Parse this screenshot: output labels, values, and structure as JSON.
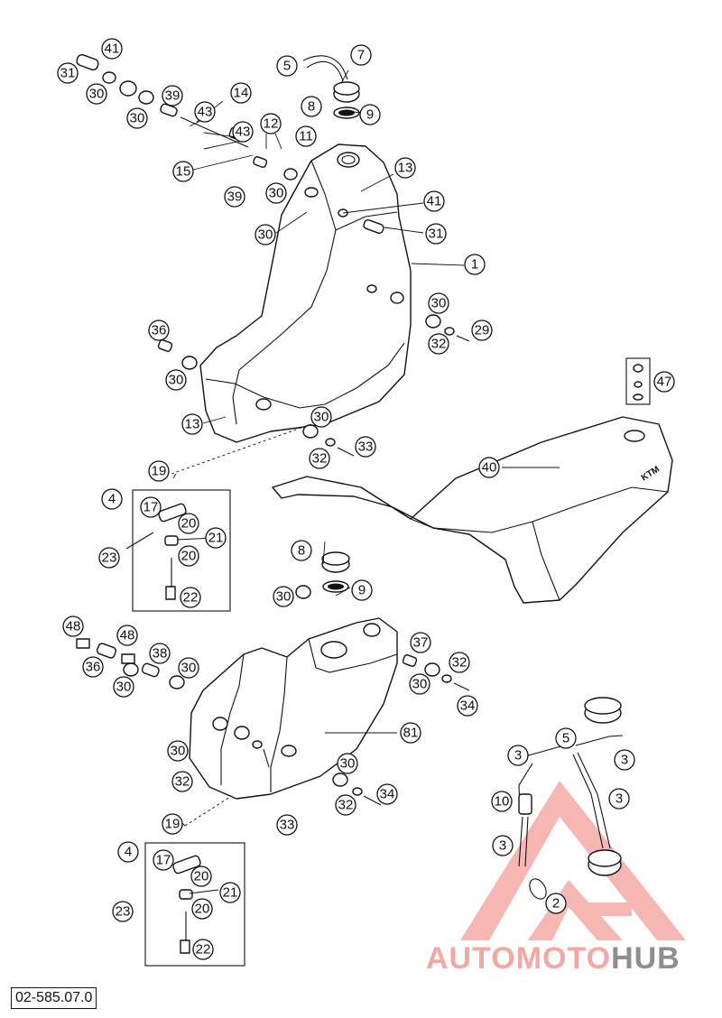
{
  "drawing_code": "02-585.07.0",
  "watermark": {
    "part1": "AUTOMOTO",
    "part2": "HUB"
  },
  "seat_print": "KTM",
  "callouts": [
    {
      "n": "31"
    },
    {
      "n": "41"
    },
    {
      "n": "30"
    },
    {
      "n": "30"
    },
    {
      "n": "39"
    },
    {
      "n": "43"
    },
    {
      "n": "14"
    },
    {
      "n": "43"
    },
    {
      "n": "15"
    },
    {
      "n": "39"
    },
    {
      "n": "30"
    },
    {
      "n": "12"
    },
    {
      "n": "11"
    },
    {
      "n": "5"
    },
    {
      "n": "7"
    },
    {
      "n": "8"
    },
    {
      "n": "9"
    },
    {
      "n": "13"
    },
    {
      "n": "41"
    },
    {
      "n": "31"
    },
    {
      "n": "30"
    },
    {
      "n": "1"
    },
    {
      "n": "30"
    },
    {
      "n": "32"
    },
    {
      "n": "29"
    },
    {
      "n": "36"
    },
    {
      "n": "30"
    },
    {
      "n": "13"
    },
    {
      "n": "30"
    },
    {
      "n": "32"
    },
    {
      "n": "33"
    },
    {
      "n": "19"
    },
    {
      "n": "4"
    },
    {
      "n": "17"
    },
    {
      "n": "20"
    },
    {
      "n": "21"
    },
    {
      "n": "23"
    },
    {
      "n": "20"
    },
    {
      "n": "22"
    },
    {
      "n": "47"
    },
    {
      "n": "40"
    },
    {
      "n": "8"
    },
    {
      "n": "9"
    },
    {
      "n": "30"
    },
    {
      "n": "48"
    },
    {
      "n": "48"
    },
    {
      "n": "38"
    },
    {
      "n": "36"
    },
    {
      "n": "30"
    },
    {
      "n": "30"
    },
    {
      "n": "37"
    },
    {
      "n": "32"
    },
    {
      "n": "30"
    },
    {
      "n": "34"
    },
    {
      "n": "81"
    },
    {
      "n": "30"
    },
    {
      "n": "32"
    },
    {
      "n": "33"
    },
    {
      "n": "30"
    },
    {
      "n": "32"
    },
    {
      "n": "34"
    },
    {
      "n": "3"
    },
    {
      "n": "5"
    },
    {
      "n": "3"
    },
    {
      "n": "10"
    },
    {
      "n": "3"
    },
    {
      "n": "3"
    },
    {
      "n": "2"
    },
    {
      "n": "19"
    },
    {
      "n": "4"
    },
    {
      "n": "17"
    },
    {
      "n": "20"
    },
    {
      "n": "21"
    },
    {
      "n": "23"
    },
    {
      "n": "20"
    },
    {
      "n": "22"
    }
  ]
}
